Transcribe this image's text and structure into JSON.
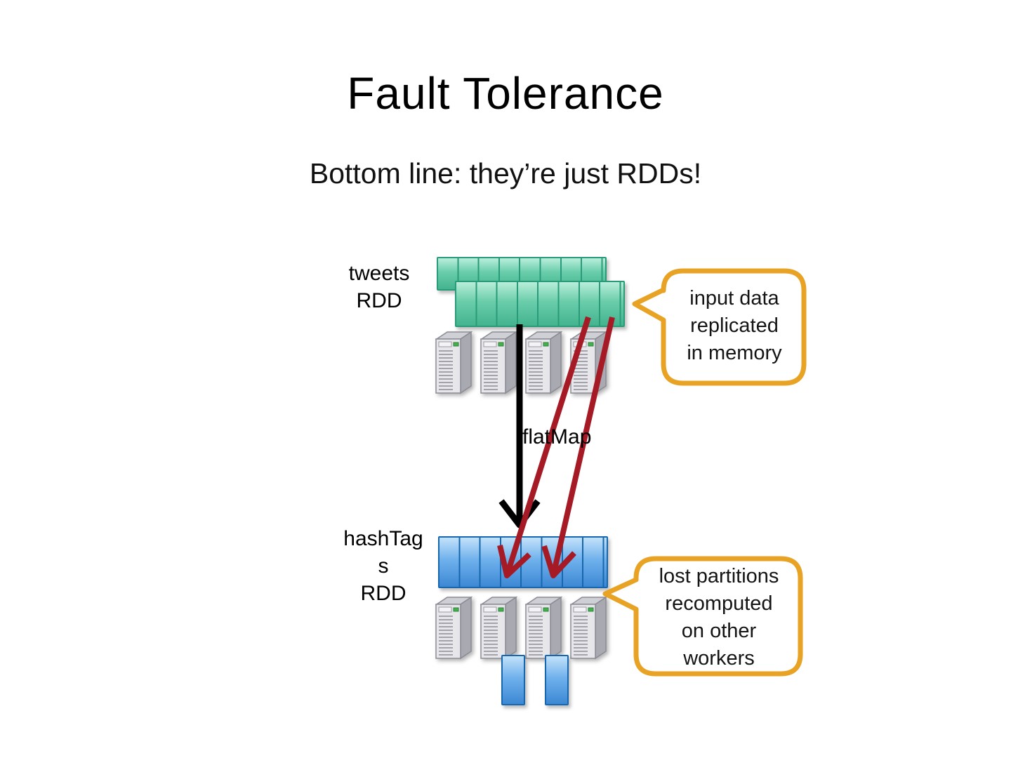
{
  "slide": {
    "title": "Fault Tolerance",
    "subtitle": "Bottom line: they’re just RDDs!"
  },
  "diagram": {
    "tweets_label": "tweets\nRDD",
    "hashtags_label": "hashTag\ns\nRDD",
    "flatmap_label": "flatMap",
    "callout_input": "input data\nreplicated\nin memory",
    "callout_lost": "lost partitions\nrecomputed\non other\nworkers",
    "colors": {
      "tweets_rdd_green": "#54C2A0",
      "hashtags_rdd_blue": "#4296DC",
      "callout_orange": "#E8A224",
      "recompute_arrow_red": "#A51A24",
      "flatmap_arrow_black": "#000000"
    }
  }
}
